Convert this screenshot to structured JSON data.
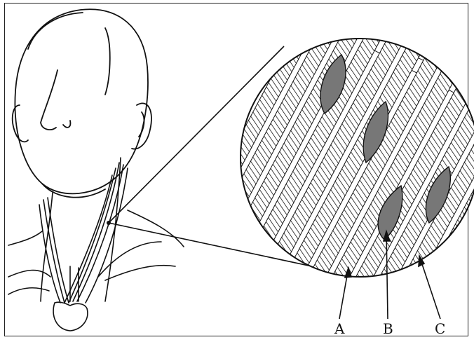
{
  "figure": {
    "labels": {
      "a": "A",
      "b": "B",
      "c": "C"
    }
  },
  "colors": {
    "ink": "#111111",
    "spindle": "#777777",
    "background": "#ffffff"
  }
}
